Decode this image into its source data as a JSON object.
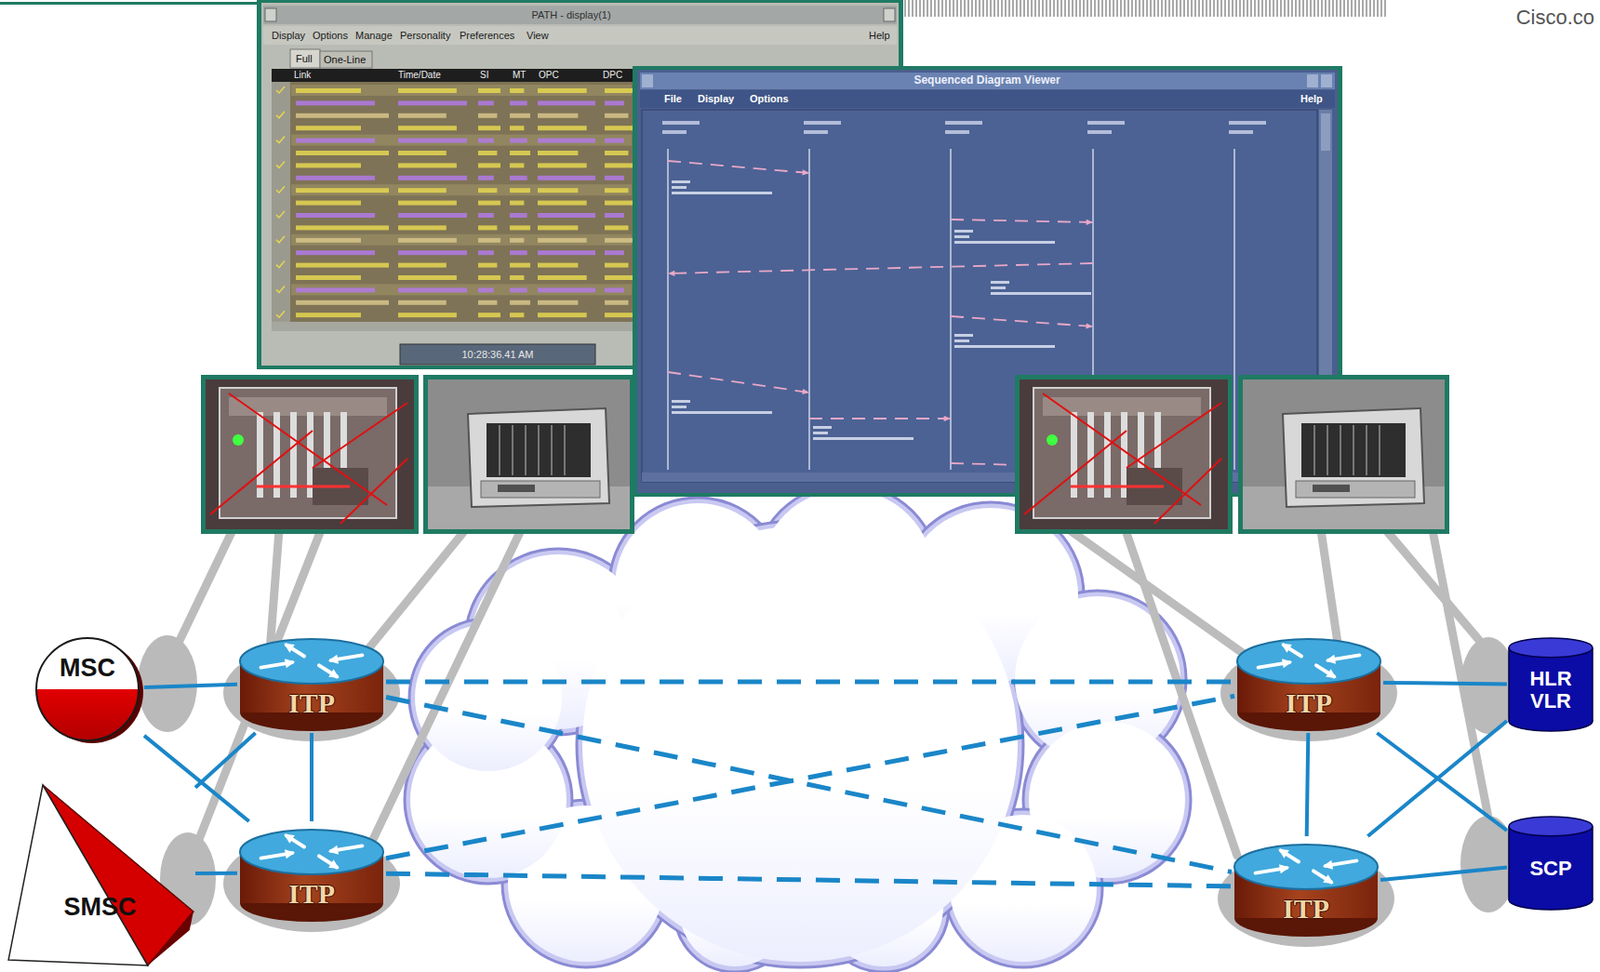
{
  "diagram": {
    "nodes": [
      {
        "text": [
          "MSC"
        ]
      },
      {
        "text": [
          "ITP"
        ]
      },
      {
        "text": [
          "ITP"
        ]
      },
      {
        "text": [
          "HLR VLR"
        ]
      },
      {
        "text": [
          "SMSC"
        ]
      },
      {
        "text": [
          "ITP"
        ]
      },
      {
        "text": [
          "ITP"
        ]
      },
      {
        "text": [
          "SCP"
        ]
      }
    ],
    "edges": [
      {
        "from": 0,
        "to": 1,
        "arrow": "none"
      },
      {
        "from": 0,
        "to": 5,
        "arrow": "none"
      },
      {
        "from": 4,
        "to": 1,
        "arrow": "none"
      },
      {
        "from": 4,
        "to": 5,
        "arrow": "none"
      },
      {
        "from": 1,
        "to": 5,
        "arrow": "none"
      },
      {
        "from": 1,
        "to": 2,
        "arrow": "none"
      },
      {
        "from": 1,
        "to": 6,
        "arrow": "none"
      },
      {
        "from": 5,
        "to": 2,
        "arrow": "none"
      },
      {
        "from": 5,
        "to": 6,
        "arrow": "none"
      },
      {
        "from": 2,
        "to": 3,
        "arrow": "none"
      },
      {
        "from": 2,
        "to": 7,
        "arrow": "none"
      },
      {
        "from": 6,
        "to": 3,
        "arrow": "none"
      },
      {
        "from": 6,
        "to": 7,
        "arrow": "none"
      },
      {
        "from": 2,
        "to": 6,
        "arrow": "none"
      }
    ],
    "labels": [
      "Cisco.co",
      "PATH - display(1)",
      "Display",
      "Options",
      "Manage",
      "Personality",
      "Preferences",
      "View",
      "Help",
      "Full",
      "One-Line",
      "Link",
      "Time/Date",
      "SI",
      "MT",
      "OPC",
      "DPC",
      "10:28:36.41 AM",
      "Sequenced Diagram Viewer",
      "File",
      "Display",
      "Options",
      "Help"
    ]
  }
}
